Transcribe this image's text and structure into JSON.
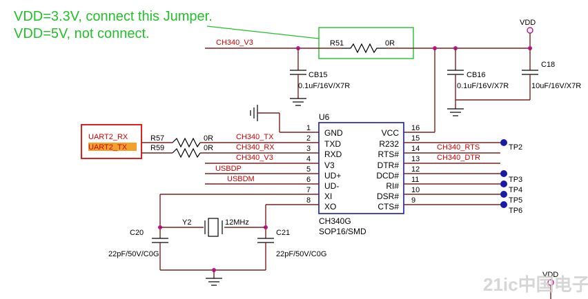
{
  "note": {
    "line1": "VDD=3.3V, connect this Jumper.",
    "line2": "VDD=5V, not connect."
  },
  "power": {
    "vdd_top": "VDD",
    "vdd_bottom": "VDD"
  },
  "nets": {
    "ch340_v3": "CH340_V3",
    "ch340_tx": "CH340_TX",
    "ch340_rx": "CH340_RX",
    "ch340_v3_b": "CH340_V3",
    "usbdp": "USBDP",
    "usbdm": "USBDM",
    "ch340_rts": "CH340_RTS",
    "ch340_dtr": "CH340_DTR",
    "uart2_rx": "UART2_RX",
    "uart2_tx": "UART2_TX"
  },
  "components": {
    "r51": {
      "ref": "R51",
      "value": "0R"
    },
    "r57": {
      "ref": "R57",
      "value": "0R"
    },
    "r59": {
      "ref": "R59",
      "value": "0R"
    },
    "cb15": {
      "ref": "CB15",
      "value": "0.1uF/16V/X7R"
    },
    "cb16": {
      "ref": "CB16",
      "value": "0.1uF/16V/X7R"
    },
    "c18": {
      "ref": "C18",
      "value": "10uF/16V/X7R"
    },
    "c20": {
      "ref": "C20",
      "value": "22pF/50V/C0G"
    },
    "c21": {
      "ref": "C21",
      "value": "22pF/50V/C0G"
    },
    "y2": {
      "ref": "Y2",
      "value": "12MHz"
    }
  },
  "ic": {
    "ref": "U6",
    "part": "CH340G",
    "package": "SOP16/SMD",
    "left_pins": [
      {
        "num": "1",
        "name": "GND"
      },
      {
        "num": "2",
        "name": "TXD"
      },
      {
        "num": "3",
        "name": "RXD"
      },
      {
        "num": "4",
        "name": "V3"
      },
      {
        "num": "5",
        "name": "UD+"
      },
      {
        "num": "6",
        "name": "UD-"
      },
      {
        "num": "7",
        "name": "XI"
      },
      {
        "num": "8",
        "name": "XO"
      }
    ],
    "right_pins": [
      {
        "num": "16",
        "name": "VCC"
      },
      {
        "num": "15",
        "name": "R232"
      },
      {
        "num": "14",
        "name": "RTS#"
      },
      {
        "num": "13",
        "name": "DTR#"
      },
      {
        "num": "12",
        "name": "DCD#"
      },
      {
        "num": "11",
        "name": "RI#"
      },
      {
        "num": "10",
        "name": "DSR#"
      },
      {
        "num": "9",
        "name": "CTS#"
      }
    ]
  },
  "testpoints": [
    "TP2",
    "TP3",
    "TP4",
    "TP5",
    "TP6"
  ],
  "watermark": "21ic中国电子网"
}
